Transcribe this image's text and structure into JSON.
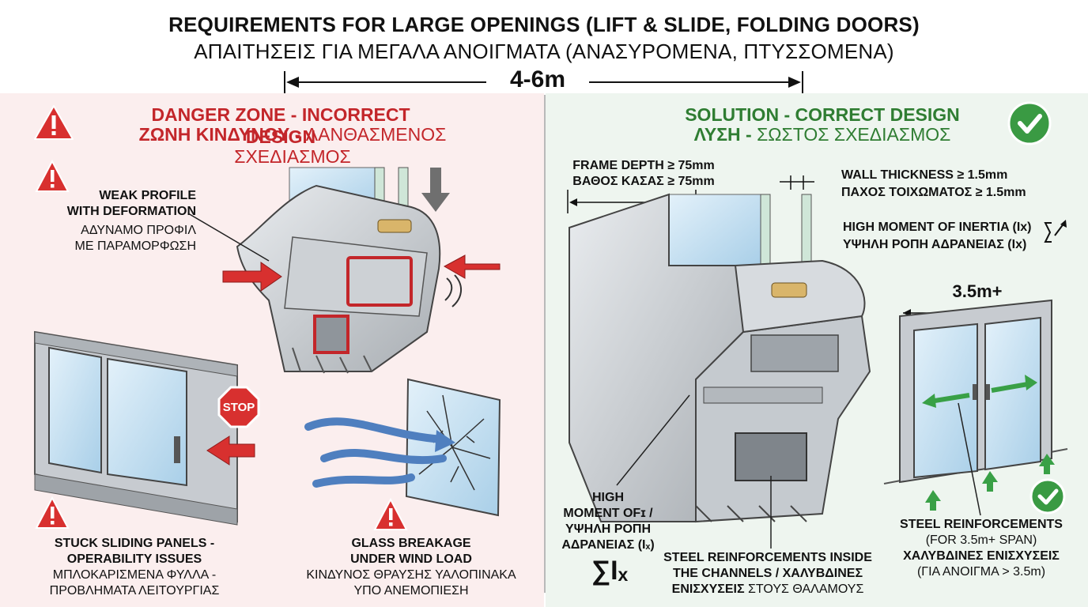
{
  "title": {
    "en": "REQUIREMENTS FOR LARGE OPENINGS (LIFT & SLIDE, FOLDING DOORS)",
    "gr": "ΑΠΑΙΤΗΣΕΙΣ ΓΙΑ ΜΕΓΑΛΑ ΑΝΟΙΓΜΑΤΑ (ΑΝΑΣΥΡΟΜΕΝΑ, ΠΤΥΣΣΟΜΕΝΑ)"
  },
  "span": "4-6m",
  "danger": {
    "en": "DANGER ZONE - INCORRECT DESIGN",
    "gr_bold": "ΖΩΝΗ ΚΙΝΔΥΝΟΥ -",
    "gr_rest": "ΛΑΝΘΑΣΜΕΝΟΣ ΣΧΕΔΙΑΣΜΟΣ",
    "weak_en1": "WEAK PROFILE",
    "weak_en2": "WITH DEFORMATION",
    "weak_gr1": "ΑΔΥΝΑΜΟ ΠΡΟΦΙΛ",
    "weak_gr2": "ΜΕ ΠΑΡΑΜΟΡΦΩΣΗ",
    "stop": "STOP",
    "stuck_en1": "STUCK SLIDING PANELS -",
    "stuck_en2": "OPERABILITY ISSUES",
    "stuck_gr1": "ΜΠΛΟΚΑΡΙΣΜΕΝΑ ΦΥΛΛΑ -",
    "stuck_gr2": "ΠΡΟΒΛΗΜΑΤΑ ΛΕΙΤΟΥΡΓΙΑΣ",
    "glass_en1": "GLASS BREAKAGE",
    "glass_en2": "UNDER WIND LOAD",
    "glass_gr1": "ΚΙΝΔΥΝΟΣ ΘΡΑΥΣΗΣ ΥΑΛΟΠΙΝΑΚΑ",
    "glass_gr2": "ΥΠΟ ΑΝΕΜΟΠΙΕΣΗ"
  },
  "solution": {
    "en": "SOLUTION - CORRECT DESIGN",
    "gr_bold": "ΛΥΣΗ -",
    "gr_rest": "ΣΩΣΤΟΣ ΣΧΕΔΙΑΣΜΟΣ",
    "frame_en": "FRAME DEPTH ≥ 75mm",
    "frame_gr": "ΒΑΘΟΣ ΚΑΣΑΣ ≥ 75mm",
    "wall_en": "WALL THICKNESS ≥ 1.5mm",
    "wall_gr": "ΠΑΧΟΣ ΤΟΙΧΩΜΑΤΟΣ ≥ 1.5mm",
    "inertia_en": "HIGH MOMENT OF INERTIA (Ix)",
    "inertia_gr": "ΥΨΗΛΗ ΡΟΠΗ ΑΔΡΑΝΕΙΑΣ (Ix)",
    "span_small": "3.5m+",
    "moment1": "HIGH",
    "moment2": "MOMENT OFɪ /",
    "moment3": "ΥΨΗΛΗ ΡΟΠΗ",
    "moment4": "ΑΔΡΑΝΕΙΑΣ (Iₓ)",
    "sigma": "∑Iₓ",
    "channels1": "STEEL REINFORCEMENTS INSIDE",
    "channels2": "THE CHANNELS / ΧΑΛΥΒΔΙΝΕΣ",
    "channels3_bold": "ΕΝΙΣΧΥΣΕΙΣ",
    "channels3_rest": "ΣΤΟΥΣ ΘΑΛΑΜΟΥΣ",
    "steel_en": "STEEL REINFORCEMENTS",
    "steel_en_sub": "(FOR 3.5m+ SPAN)",
    "steel_gr": "ΧΑΛΥΒΔΙΝΕΣ ΕΝΙΣΧΥΣΕΙΣ",
    "steel_gr_sub": "(ΓΙΑ ΑΝΟΙΓΜΑ > 3.5m)"
  },
  "colors": {
    "danger": "#c3262a",
    "solution": "#2f7d32",
    "arrow_blue": "#4f7fbf"
  }
}
